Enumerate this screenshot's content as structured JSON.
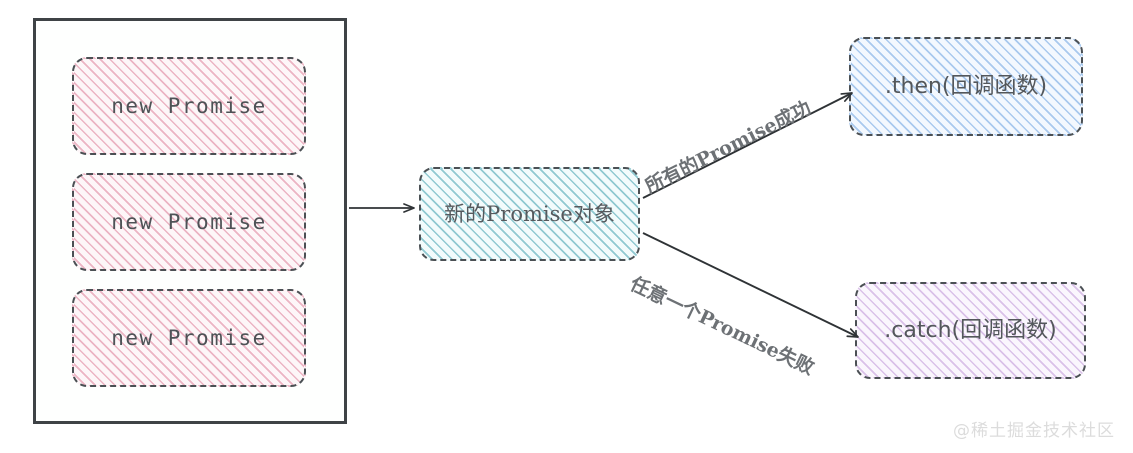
{
  "diagram": {
    "title": "Promise.all flow diagram",
    "group": {
      "name": "promise-group",
      "items": [
        {
          "label": "new Promise"
        },
        {
          "label": "new Promise"
        },
        {
          "label": "new Promise"
        }
      ]
    },
    "center_node": {
      "label": "新的Promise对象"
    },
    "outcome_nodes": [
      {
        "key": "then",
        "label": ".then(回调函数)"
      },
      {
        "key": "catch",
        "label": ".catch(回调函数)"
      }
    ],
    "edges": [
      {
        "key": "group-to-center",
        "label": ""
      },
      {
        "key": "center-to-then",
        "label": "所有的Promise成功"
      },
      {
        "key": "center-to-catch",
        "label": "任意一个Promise失败"
      }
    ],
    "watermark": "@稀土掘金技术社区",
    "colors": {
      "group_border": "#3f4346",
      "node_border": "#4b5054",
      "hatch_pink": "#dd7e98",
      "hatch_cyan": "#4fa8b4",
      "hatch_blue": "#78aae2",
      "hatch_purple": "#b88cd4",
      "arrow": "#2f3336",
      "edge_label_text": "#6d7175",
      "watermark_text": "#dcdcdc",
      "background": "#ffffff"
    }
  }
}
